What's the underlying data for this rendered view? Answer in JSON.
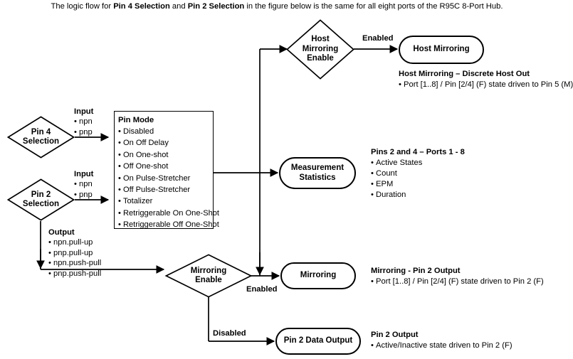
{
  "caption": {
    "pre": "The logic flow for ",
    "bold1": "Pin 4 Selection",
    "mid": " and ",
    "bold2": "Pin 2 Selection",
    "post": " in the figure below is the same for all eight ports of the R95C 8-Port Hub."
  },
  "nodes": {
    "pin4_selection": "Pin 4\nSelection",
    "pin2_selection": "Pin 2\nSelection",
    "host_mirroring_enable": "Host\nMirroring\nEnable",
    "mirroring_enable": "Mirroring\nEnable",
    "host_mirroring": "Host Mirroring",
    "measurement_statistics": "Measurement\nStatistics",
    "mirroring": "Mirroring",
    "pin2_data_output": "Pin 2 Data Output"
  },
  "pin_mode": {
    "title": "Pin Mode",
    "items": [
      "Disabled",
      "On Off Delay",
      "On One-shot",
      "Off One-shot",
      "On Pulse-Stretcher",
      "Off Pulse-Stretcher",
      "Totalizer",
      "Retriggerable On One-Shot",
      "Retriggerable Off One-Shot"
    ]
  },
  "pin4_input": {
    "title": "Input",
    "items": [
      "npn",
      "pnp"
    ]
  },
  "pin2_input": {
    "title": "Input",
    "items": [
      "npn",
      "pnp"
    ]
  },
  "pin2_output": {
    "title": "Output",
    "items": [
      "npn.pull-up",
      "pnp.pull-up",
      "npn.push-pull",
      "pnp.push-pull"
    ]
  },
  "annotations": {
    "host_mirroring": {
      "title": "Host Mirroring – Discrete Host Out",
      "items": [
        "Port [1..8] / Pin [2/4] (F) state driven to Pin 5 (M)"
      ]
    },
    "measurement": {
      "title": "Pins 2 and 4 – Ports 1 - 8",
      "items": [
        "Active States",
        "Count",
        "EPM",
        "Duration"
      ]
    },
    "mirroring": {
      "title": "Mirroring - Pin 2 Output",
      "items": [
        "Port [1..8] / Pin [2/4] (F) state driven to Pin 2 (F)"
      ]
    },
    "pin2_output_note": {
      "title": "Pin 2 Output",
      "items": [
        "Active/Inactive state driven to Pin 2 (F)"
      ]
    }
  },
  "edge_labels": {
    "host_enabled": "Enabled",
    "mirroring_enabled": "Enabled",
    "mirroring_disabled": "Disabled"
  },
  "colors": {
    "stroke": "#000000",
    "background": "#ffffff",
    "text": "#000000"
  }
}
